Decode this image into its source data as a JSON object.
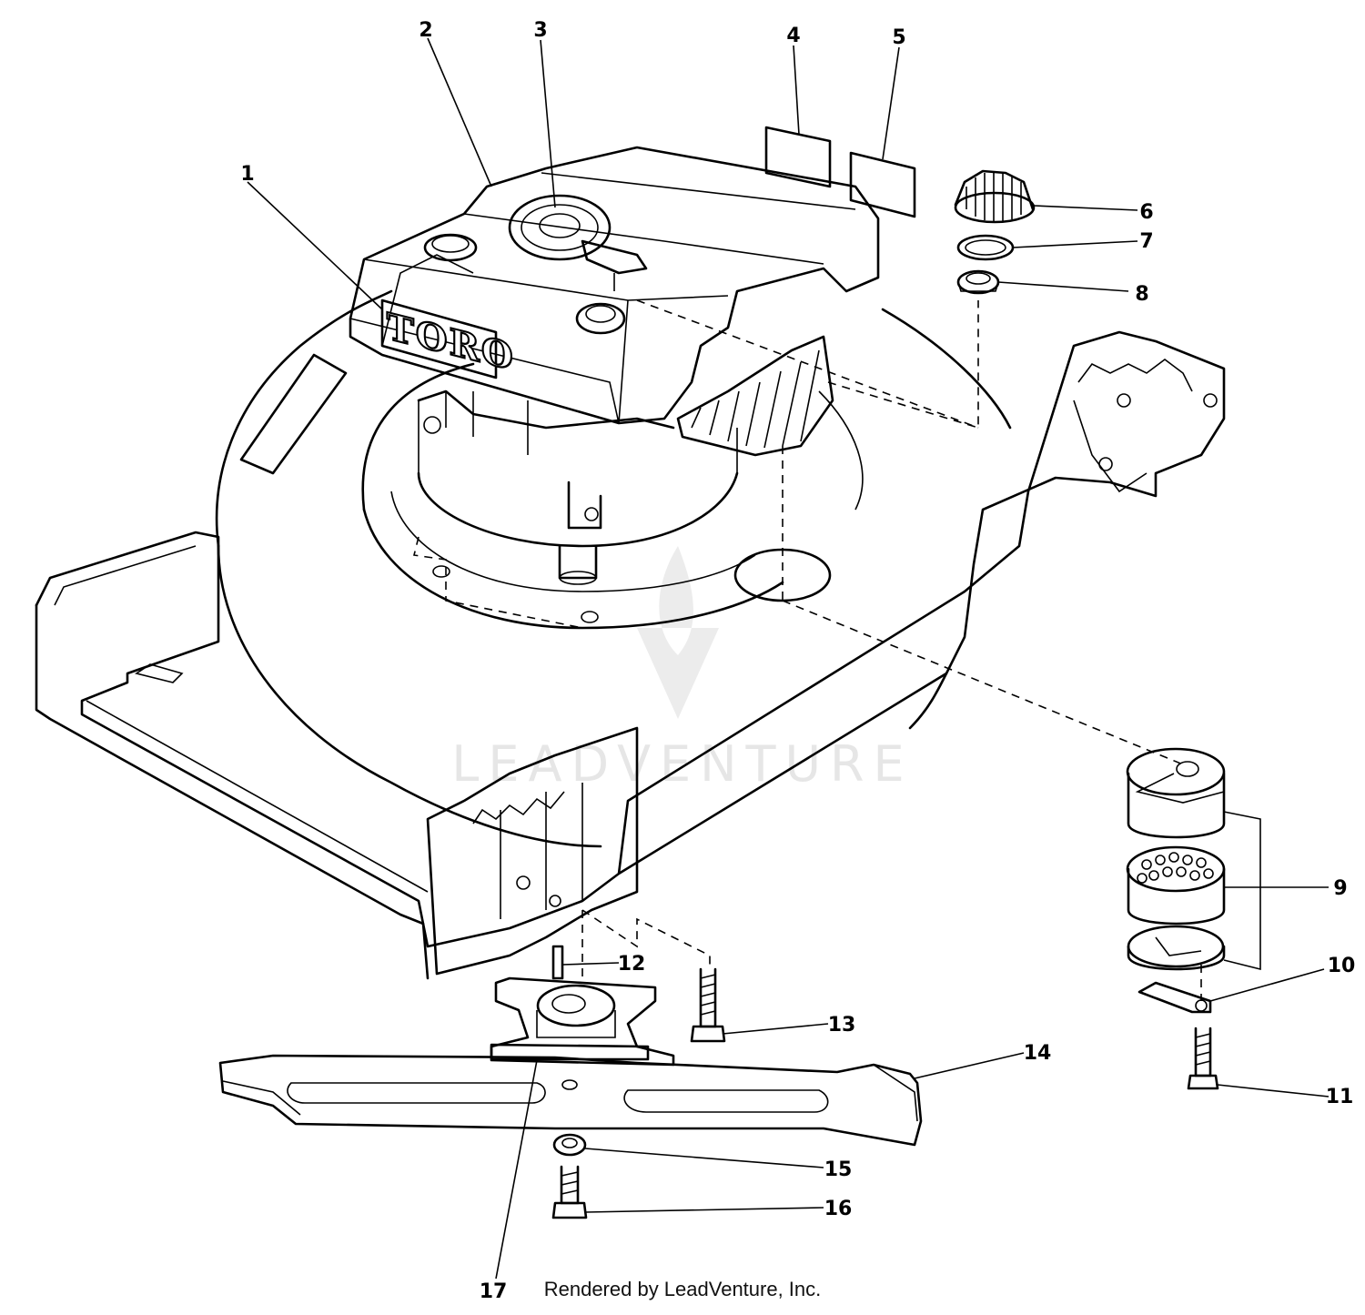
{
  "diagram": {
    "brand_label": "TORO",
    "watermark": "LEADVENTURE",
    "callouts": [
      {
        "id": "1",
        "label": "1"
      },
      {
        "id": "2",
        "label": "2"
      },
      {
        "id": "3",
        "label": "3"
      },
      {
        "id": "4",
        "label": "4"
      },
      {
        "id": "5",
        "label": "5"
      },
      {
        "id": "6",
        "label": "6"
      },
      {
        "id": "7",
        "label": "7"
      },
      {
        "id": "8",
        "label": "8"
      },
      {
        "id": "9",
        "label": "9"
      },
      {
        "id": "10",
        "label": "10"
      },
      {
        "id": "11",
        "label": "11"
      },
      {
        "id": "12",
        "label": "12"
      },
      {
        "id": "13",
        "label": "13"
      },
      {
        "id": "14",
        "label": "14"
      },
      {
        "id": "15",
        "label": "15"
      },
      {
        "id": "16",
        "label": "16"
      },
      {
        "id": "17",
        "label": "17"
      }
    ]
  },
  "footer": {
    "credit": "Rendered by LeadVenture, Inc."
  }
}
